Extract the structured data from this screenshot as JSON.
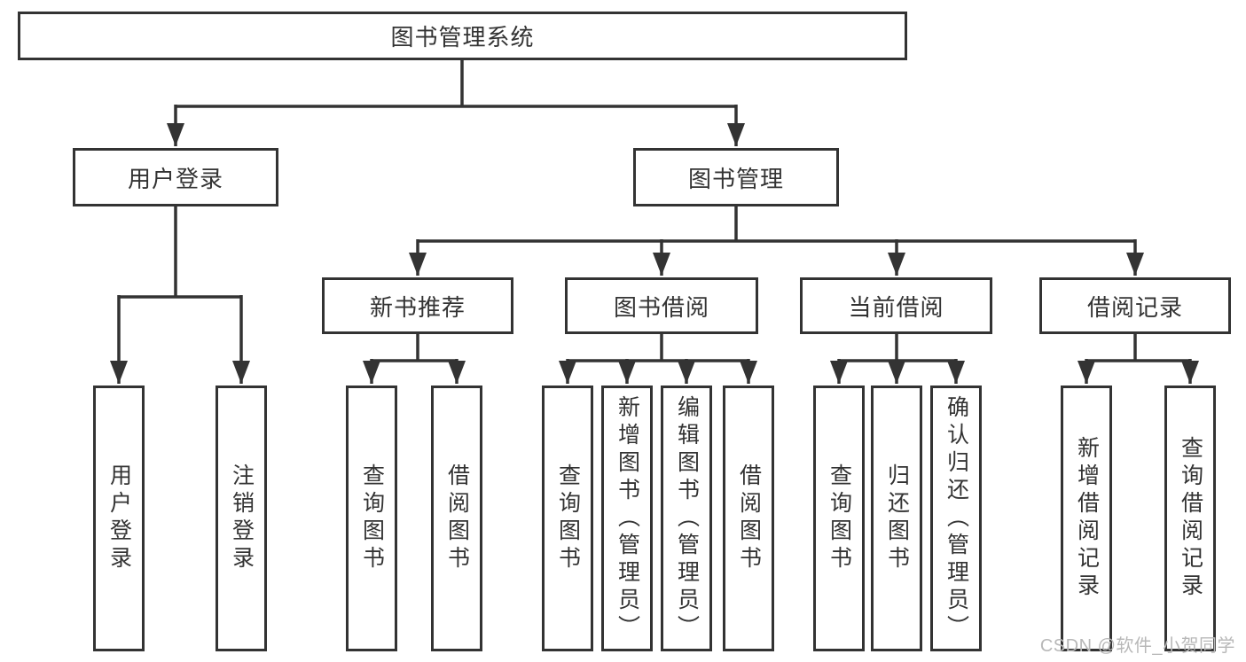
{
  "root": {
    "label": "图书管理系统"
  },
  "branches": [
    {
      "label": "用户登录",
      "children": [
        {
          "label": "用户登录"
        },
        {
          "label": "注销登录"
        }
      ]
    },
    {
      "label": "图书管理",
      "groups": [
        {
          "label": "新书推荐",
          "children": [
            {
              "label": "查询图书"
            },
            {
              "label": "借阅图书"
            }
          ]
        },
        {
          "label": "图书借阅",
          "children": [
            {
              "label": "查询图书"
            },
            {
              "label": "新增图书（管理员）"
            },
            {
              "label": "编辑图书（管理员）"
            },
            {
              "label": "借阅图书"
            }
          ]
        },
        {
          "label": "当前借阅",
          "children": [
            {
              "label": "查询图书"
            },
            {
              "label": "归还图书"
            },
            {
              "label": "确认归还（管理员）"
            }
          ]
        },
        {
          "label": "借阅记录",
          "children": [
            {
              "label": "新增借阅记录"
            },
            {
              "label": "查询借阅记录"
            }
          ]
        }
      ]
    }
  ],
  "watermark": "CSDN @软件_小贺同学",
  "colors": {
    "line": "#333333",
    "box_background": "#ffffff",
    "text": "#333333",
    "watermark": "#b8b8b8"
  }
}
